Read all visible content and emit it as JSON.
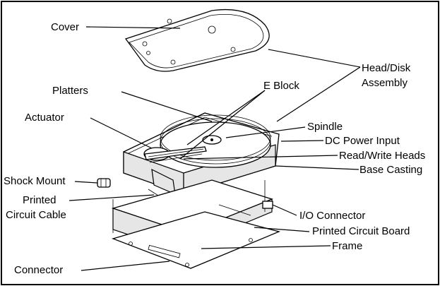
{
  "labels": {
    "cover": "Cover",
    "head_disk_assembly_line1": "Head/Disk",
    "head_disk_assembly_line2": "Assembly",
    "platters": "Platters",
    "e_block": "E Block",
    "actuator": "Actuator",
    "spindle": "Spindle",
    "dc_power_input": "DC Power Input",
    "read_write_heads": "Read/Write Heads",
    "base_casting": "Base Casting",
    "shock_mount": "Shock Mount",
    "printed_circuit_cable_line1": "Printed",
    "printed_circuit_cable_line2": "Circuit Cable",
    "io_connector": "I/O Connector",
    "printed_circuit_board": "Printed Circuit Board",
    "frame": "Frame",
    "connector": "Connector"
  }
}
